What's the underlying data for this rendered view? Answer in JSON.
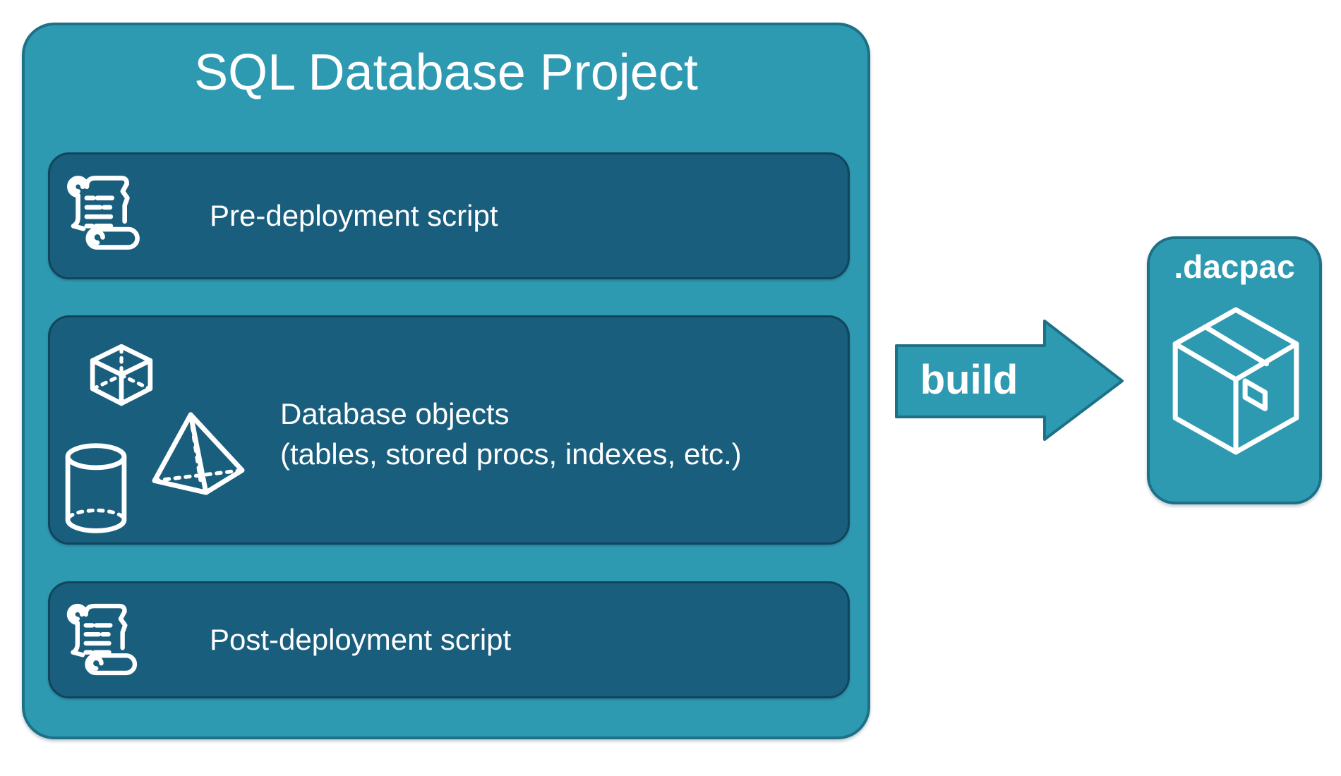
{
  "project": {
    "title": "SQL Database Project",
    "cards": [
      {
        "label": "Pre-deployment script",
        "icon": "scroll-icon"
      },
      {
        "label_line1": "Database objects",
        "label_line2": "(tables, stored procs, indexes, etc.)",
        "icons": [
          "cube-icon",
          "pyramid-icon",
          "cylinder-icon"
        ]
      },
      {
        "label": "Post-deployment script",
        "icon": "scroll-icon"
      }
    ]
  },
  "arrow": {
    "label": "build"
  },
  "output": {
    "label": ".dacpac",
    "icon": "package-icon"
  },
  "colors": {
    "teal": "#2E9AB2",
    "teal_border": "#1D7186",
    "card": "#1A5E7D",
    "card_border": "#11455C",
    "text": "#FFFFFF"
  }
}
